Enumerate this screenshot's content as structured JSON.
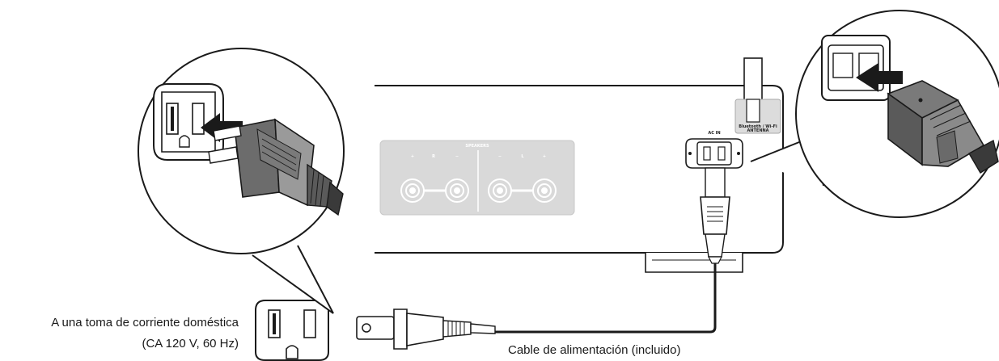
{
  "device": {
    "speakers_label": "SPEAKERS",
    "right_label": "R",
    "left_label": "L",
    "plus_symbol": "+",
    "minus_symbol": "−",
    "ac_in_label": "AC IN",
    "antenna_label_1": "Bluetooth / Wi-Fi",
    "antenna_label_2": "ANTENNA"
  },
  "captions": {
    "outlet_line_1": "A una toma de corriente doméstica",
    "outlet_line_2": "(CA 120 V, 60 Hz)",
    "cable": "Cable de alimentación (incluido)"
  },
  "colors": {
    "line": "#1a1a1a",
    "panel_fill": "#ffffff",
    "terminal_box": "#d9d9d9",
    "plug_dark": "#3a3a3a",
    "plug_mid": "#707070",
    "plug_light": "#9a9a9a",
    "arrow": "#1a1a1a"
  }
}
